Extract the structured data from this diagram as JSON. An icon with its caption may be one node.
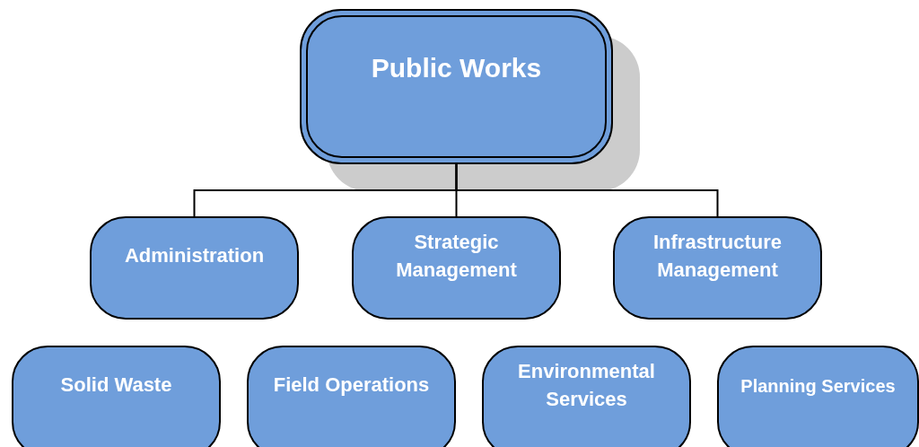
{
  "diagram": {
    "nodes": [
      {
        "text": [
          "Public Works"
        ]
      },
      {
        "text": [
          "Administration"
        ]
      },
      {
        "text": [
          "Strategic Management"
        ]
      },
      {
        "text": [
          "Infrastructure Management"
        ]
      },
      {
        "text": [
          "Solid Waste"
        ]
      },
      {
        "text": [
          "Field Operations"
        ]
      },
      {
        "text": [
          "Environmental Services"
        ]
      },
      {
        "text": [
          "Planning Services"
        ]
      }
    ],
    "edges": [
      {
        "from": 0,
        "to": 1,
        "arrow": "none"
      },
      {
        "from": 0,
        "to": 2,
        "arrow": "none"
      },
      {
        "from": 0,
        "to": 3,
        "arrow": "none"
      }
    ]
  }
}
